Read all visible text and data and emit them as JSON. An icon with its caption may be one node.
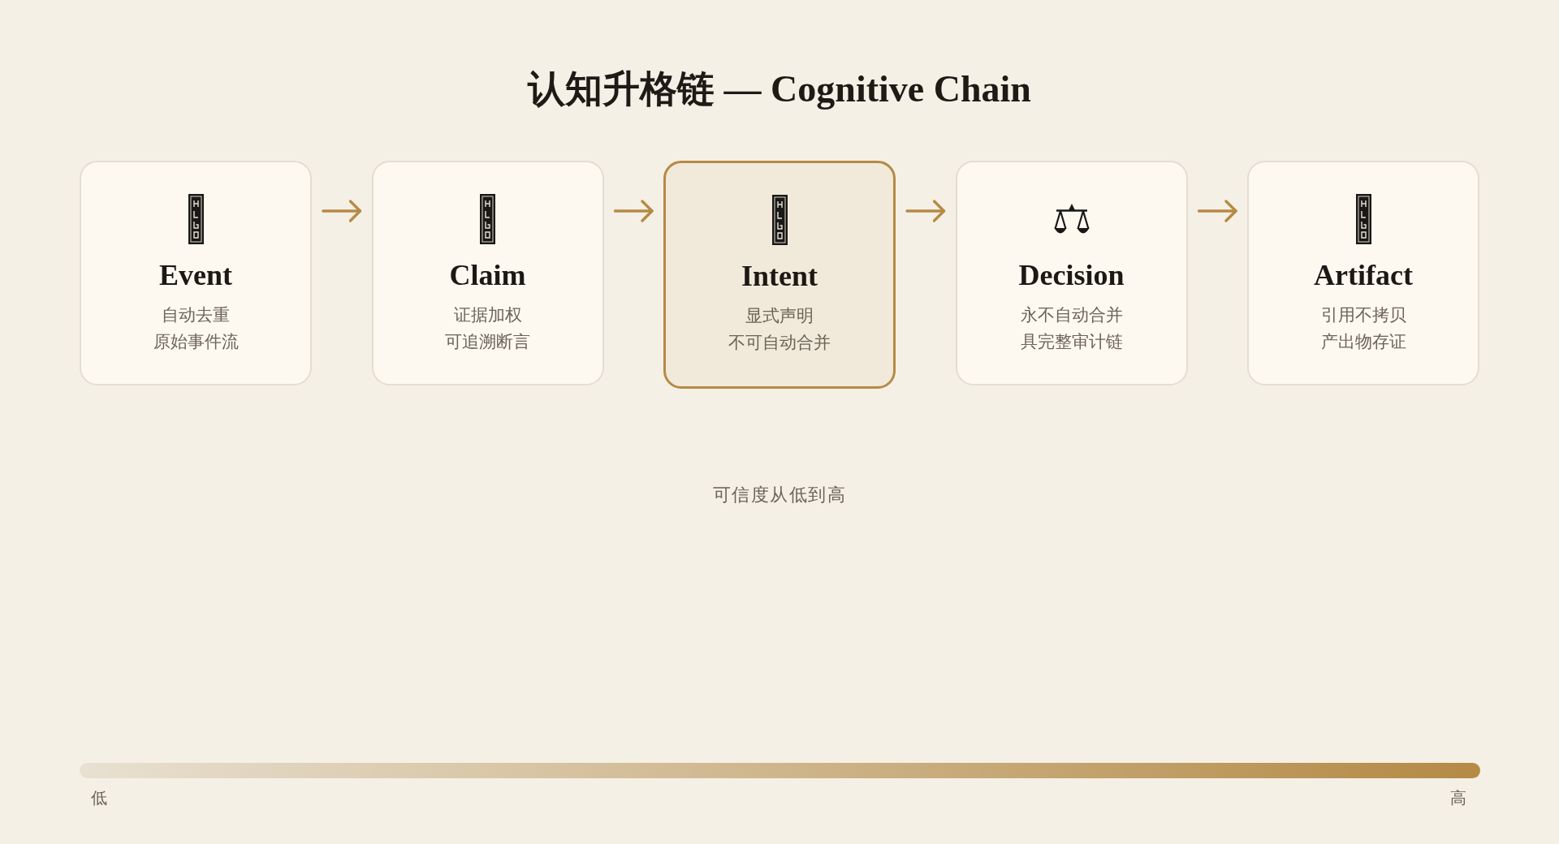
{
  "diagram": {
    "title": "认知升格链 — Cognitive Chain",
    "nodes": [
      {
        "text": [
          "Event",
          "自动去重",
          "原始事件流"
        ]
      },
      {
        "text": [
          "Claim",
          "证据加权",
          "可追溯断言"
        ]
      },
      {
        "text": [
          "Intent",
          "显式声明",
          "不可自动合并"
        ]
      },
      {
        "text": [
          "Decision",
          "永不自动合并",
          "具完整审计链"
        ]
      },
      {
        "text": [
          "Artifact",
          "引用不拷贝",
          "产出物存证"
        ]
      },
      {
        "text": [],
        "shape": "bar",
        "beside": [
          "低",
          "高"
        ]
      }
    ],
    "edges": [
      {
        "from": 0,
        "to": 1,
        "arrow": "to"
      },
      {
        "from": 1,
        "to": 2,
        "arrow": "to"
      },
      {
        "from": 2,
        "to": 3,
        "arrow": "to"
      },
      {
        "from": 3,
        "to": 4,
        "arrow": "to"
      }
    ],
    "labels": [
      "可信度从低到高"
    ]
  }
}
